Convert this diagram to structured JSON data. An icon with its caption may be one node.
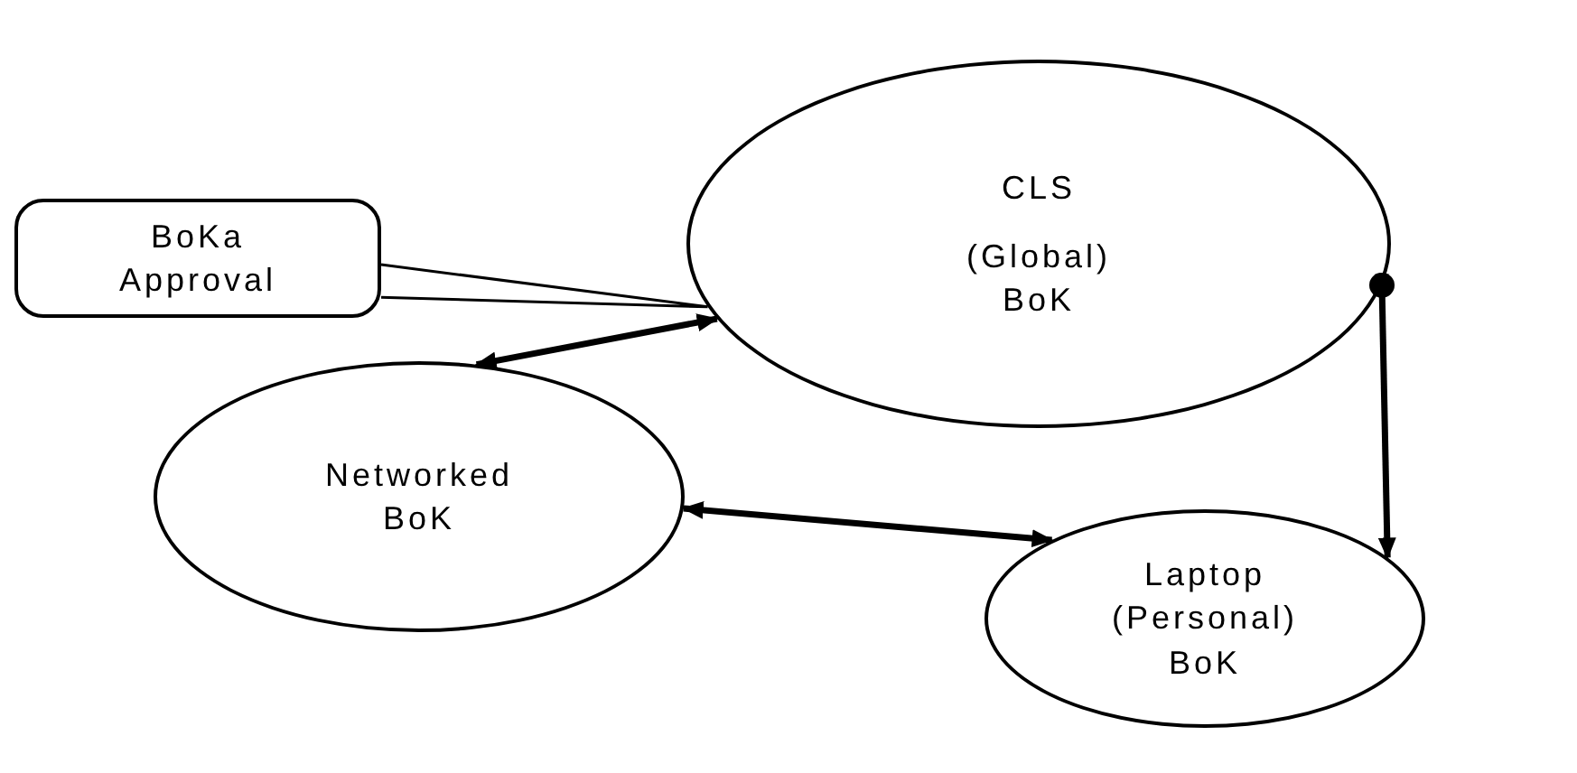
{
  "diagram": {
    "nodes": [
      {
        "text": [
          "BoKa Approval"
        ]
      },
      {
        "text": [
          "CLS",
          "(Global) BoK"
        ]
      },
      {
        "text": [
          "Networked BoK"
        ]
      },
      {
        "text": [
          "Laptop (Personal) BoK"
        ]
      }
    ],
    "edges": [
      {
        "from": 0,
        "to": 1,
        "arrow": "none"
      },
      {
        "from": 1,
        "to": 2,
        "arrow": "both"
      },
      {
        "from": 2,
        "to": 3,
        "arrow": "both"
      },
      {
        "from": 1,
        "to": 3,
        "arrow": "to"
      }
    ]
  }
}
